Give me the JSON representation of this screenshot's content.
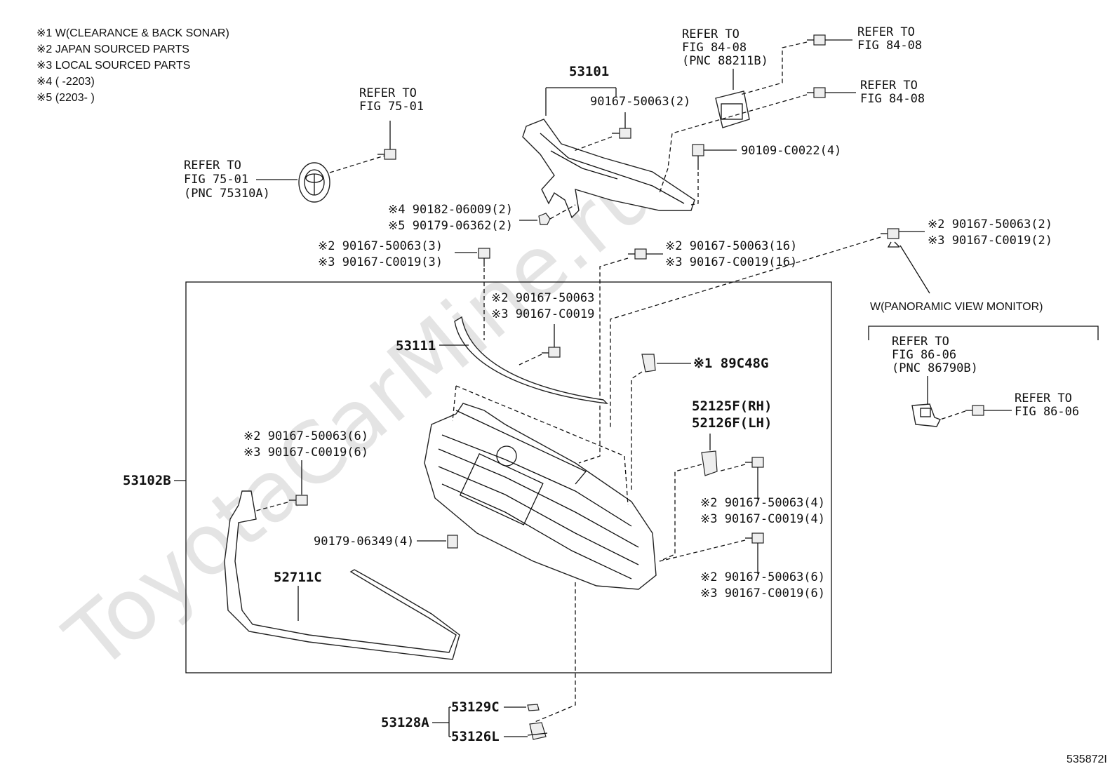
{
  "watermark": "ToyotaCarMine.ru",
  "legend": [
    "※1 W(CLEARANCE & BACK SONAR)",
    "※2 JAPAN SOURCED PARTS",
    "※3 LOCAL SOURCED PARTS",
    "※4 (      -2203)",
    "※5 (2203-      )"
  ],
  "panoramic": {
    "title": "W(PANORAMIC VIEW MONITOR)"
  },
  "parts": {
    "p53101": "53101",
    "p53111": "53111",
    "p53102b": "53102B",
    "p89c48g": "※1 89C48G",
    "p52125f": "52125F(RH)",
    "p52126f": "52126F(LH)",
    "p52711c": "52711C",
    "p53128a": "53128A",
    "p53129c": "53129C",
    "p53126l": "53126L"
  },
  "labels": {
    "b90167_50063_2a": "90167-50063(2)",
    "b90182": "※4 90182-06009(2)",
    "b90179_06362": "※5 90179-06362(2)",
    "b90109": "90109-C0022(4)",
    "b90167_50063_3": "※2 90167-50063(3)",
    "b90167_c0019_3": "※3 90167-C0019(3)",
    "b90167_50063_16": "※2 90167-50063(16)",
    "b90167_c0019_16": "※3 90167-C0019(16)",
    "b90167_50063_2b": "※2 90167-50063(2)",
    "b90167_c0019_2": "※3 90167-C0019(2)",
    "b90167_50063_single": "※2 90167-50063",
    "b90167_c0019_single": "※3 90167-C0019",
    "b90167_50063_4": "※2 90167-50063(4)",
    "b90167_c0019_4": "※3 90167-C0019(4)",
    "b90167_50063_6b": "※2 90167-50063(6)",
    "b90167_c0019_6b": "※3 90167-C0019(6)",
    "b90167_50063_6a": "※2 90167-50063(6)",
    "b90167_c0019_6a": "※3 90167-C0019(6)",
    "b90179_06349": "90179-06349(4)"
  },
  "refs": {
    "emblem_bolt": [
      "REFER TO",
      "FIG 75-01"
    ],
    "emblem": [
      "REFER TO",
      "FIG 75-01",
      "(PNC 75310A)"
    ],
    "sonar": [
      "REFER TO",
      "FIG 84-08",
      "(PNC 88211B)"
    ],
    "sonar_bolt_top": [
      "REFER TO",
      "FIG 84-08"
    ],
    "sonar_bolt_mid": [
      "REFER TO",
      "FIG 84-08"
    ],
    "camera": [
      "REFER TO",
      "FIG 86-06",
      "(PNC 86790B)"
    ],
    "camera_bolt": [
      "REFER TO",
      "FIG 86-06"
    ]
  },
  "illustration_id": "535872I"
}
